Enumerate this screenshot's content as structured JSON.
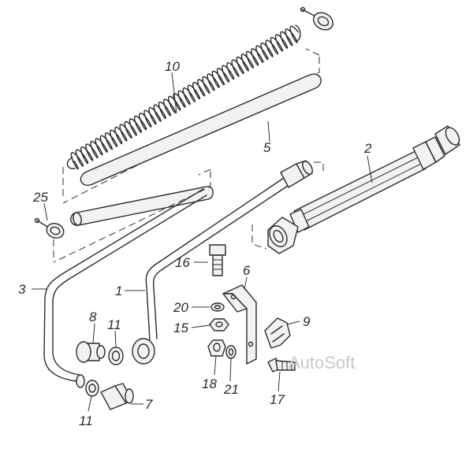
{
  "labels": {
    "l1": "1",
    "l2": "2",
    "l3": "3",
    "l5": "5",
    "l6": "6",
    "l7": "7",
    "l8": "8",
    "l9": "9",
    "l10": "10",
    "l11a": "11",
    "l11b": "11",
    "l15": "15",
    "l16": "16",
    "l17": "17",
    "l18": "18",
    "l20": "20",
    "l21": "21",
    "l25": "25"
  },
  "watermark": "AutoSoft"
}
